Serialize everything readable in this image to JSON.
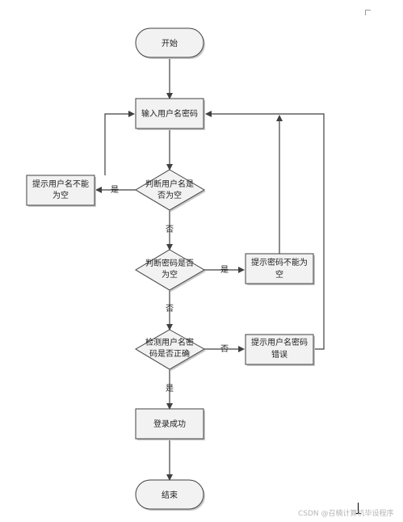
{
  "nodes": {
    "start": "开始",
    "input": "输入用户名密码",
    "check_user_line1": "判断用户名是",
    "check_user_line2": "否为空",
    "hint_user_line1": "提示用户名不能",
    "hint_user_line2": "为空",
    "check_pwd_line1": "判断密码是否",
    "check_pwd_line2": "为空",
    "hint_pwd_line1": "提示密码不能为",
    "hint_pwd_line2": "空",
    "verify_line1": "检测用户名密",
    "verify_line2": "码是否正确",
    "hint_error_line1": "提示用户名密码",
    "hint_error_line2": "错误",
    "success": "登录成功",
    "end": "结束"
  },
  "edges": {
    "user_empty_yes": "是",
    "user_empty_no": "否",
    "pwd_empty_yes": "是",
    "pwd_empty_no": "否",
    "verify_no": "否",
    "verify_yes": "是"
  },
  "watermark": "CSDN @召楠计算机毕设程序"
}
